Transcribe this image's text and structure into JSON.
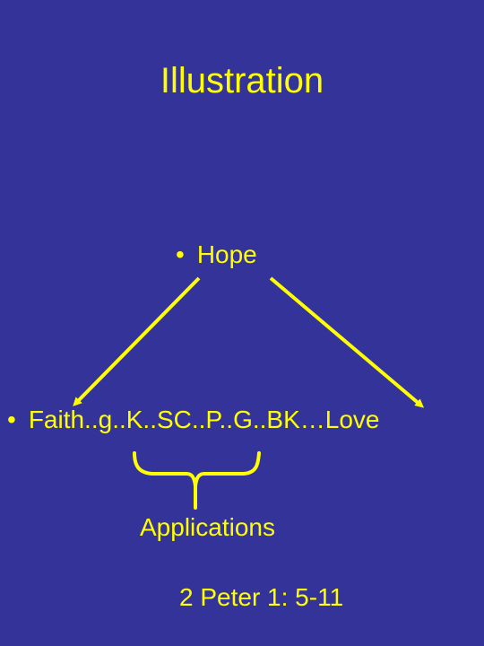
{
  "slide": {
    "title": "Illustration",
    "hope_bullet": "•",
    "hope_text": "Hope",
    "faith_bullet": "•",
    "faith_text": "Faith..g..K..SC..P..G..BK…Love",
    "applications_label": "Applications",
    "reference": "2 Peter 1: 5-11"
  },
  "colors": {
    "background": "#333399",
    "text": "#ffff00",
    "lines": "#ffff00"
  }
}
